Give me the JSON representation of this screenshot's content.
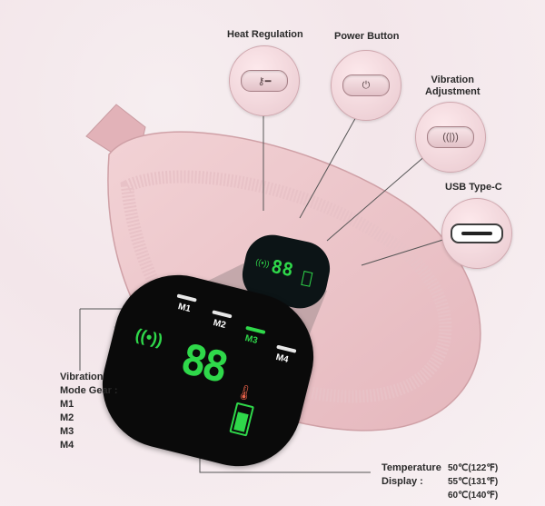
{
  "callouts": {
    "heat_regulation": "Heat Regulation",
    "power_button": "Power Button",
    "vibration_adjustment_line1": "Vibration",
    "vibration_adjustment_line2": "Adjustment",
    "usb": "USB Type-C"
  },
  "buttons": {
    "heat_icon": "key-icon",
    "power_icon": "power-icon",
    "vibration_icon": "vibration-icon"
  },
  "display": {
    "modes": [
      "M1",
      "M2",
      "M3",
      "M4"
    ],
    "readout": "88",
    "mini_readout": "88"
  },
  "vibration_gear": {
    "title_line1": "Vibration",
    "title_line2": "Mode Gear :",
    "modes": [
      "M1",
      "M2",
      "M3",
      "M4"
    ]
  },
  "temperature": {
    "label_line1": "Temperature",
    "label_line2": "Display :",
    "values": [
      "50℃(122℉)",
      "55℃(131℉)",
      "60℃(140℉)"
    ]
  },
  "colors": {
    "device": "#eec9cc",
    "accent_green": "#2fd84a",
    "panel": "#0a0a0a"
  }
}
